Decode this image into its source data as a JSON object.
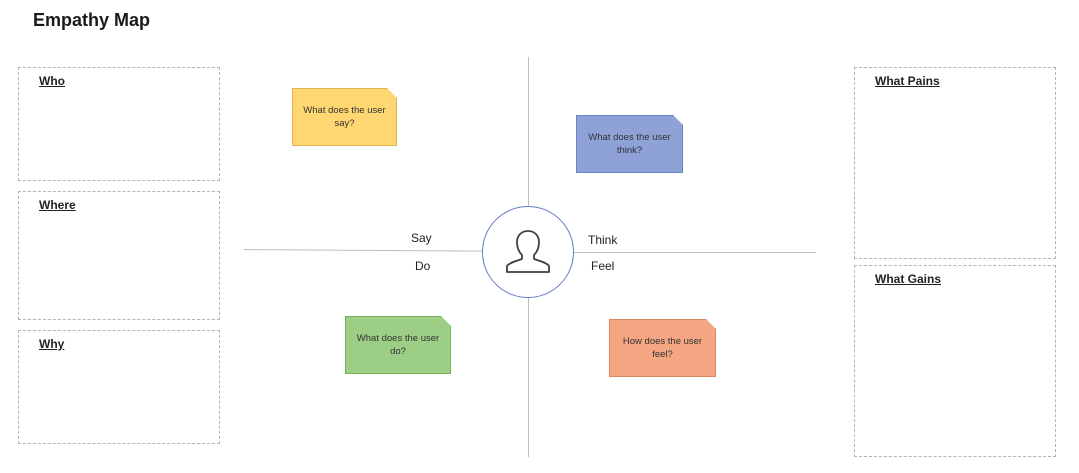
{
  "title": "Empathy Map",
  "boxes": {
    "who": "Who",
    "where": "Where",
    "why": "Why",
    "what_pains": "What Pains",
    "what_gains": "What Gains"
  },
  "axes": {
    "say": "Say",
    "do": "Do",
    "think": "Think",
    "feel": "Feel"
  },
  "notes": {
    "say": "What does the user say?",
    "think": "What does the user think?",
    "do": "What does the user do?",
    "feel": "How does the user feel?"
  },
  "colors": {
    "say_note": "#ffd772",
    "think_note": "#8ea2d8",
    "do_note": "#9ccf85",
    "feel_note": "#f4a582",
    "persona_ring": "#5b7fbf"
  },
  "icons": {
    "persona": "user-silhouette-icon"
  }
}
